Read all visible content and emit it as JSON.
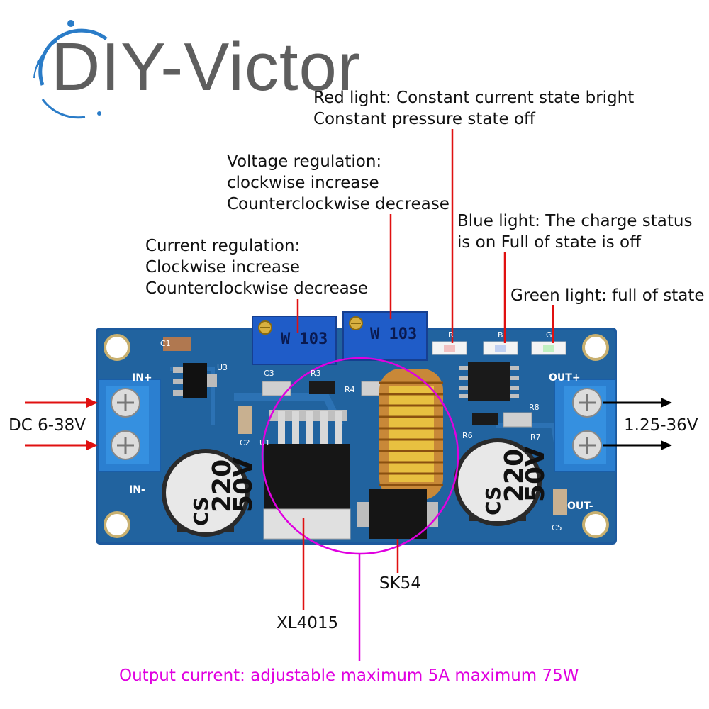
{
  "brand": {
    "name": "DIY-Victor"
  },
  "annotations": {
    "red_light": [
      "Red light: Constant current state bright",
      "Constant pressure state off"
    ],
    "voltage_regulation": [
      "Voltage regulation:",
      "clockwise increase",
      "Counterclockwise decrease"
    ],
    "blue_light": [
      "Blue light: The charge status",
      "is on Full of state is off"
    ],
    "current_regulation": [
      "Current regulation:",
      "Clockwise increase",
      "Counterclockwise decrease"
    ],
    "green_light": "Green light: full of state",
    "input": "DC 6-38V",
    "output": "1.25-36V",
    "diode": "SK54",
    "chip": "XL4015",
    "output_current": "Output current: adjustable maximum 5A maximum 75W"
  },
  "board_silkscreen": {
    "pot_left": "W 103",
    "pot_right": "W 103",
    "cap_left": [
      "CS",
      "220",
      "50V"
    ],
    "cap_right": [
      "CS",
      "220",
      "50V"
    ],
    "in_plus": "IN+",
    "in_minus": "IN-",
    "out_plus": "OUT+",
    "out_minus": "OUT-",
    "labels": [
      "C1",
      "U3",
      "C3",
      "R3",
      "R4",
      "C2",
      "U1",
      "R6",
      "R7",
      "R8",
      "C5",
      "R",
      "B",
      "G"
    ]
  },
  "colors": {
    "board": "#1d5a9e",
    "terminal": "#2b7fd0",
    "arrow_red": "#e01010",
    "arrow_black": "#000000",
    "magenta": "#e000e0",
    "logo_gray": "#5e5e5e",
    "logo_ring": "#2a7cc8"
  }
}
